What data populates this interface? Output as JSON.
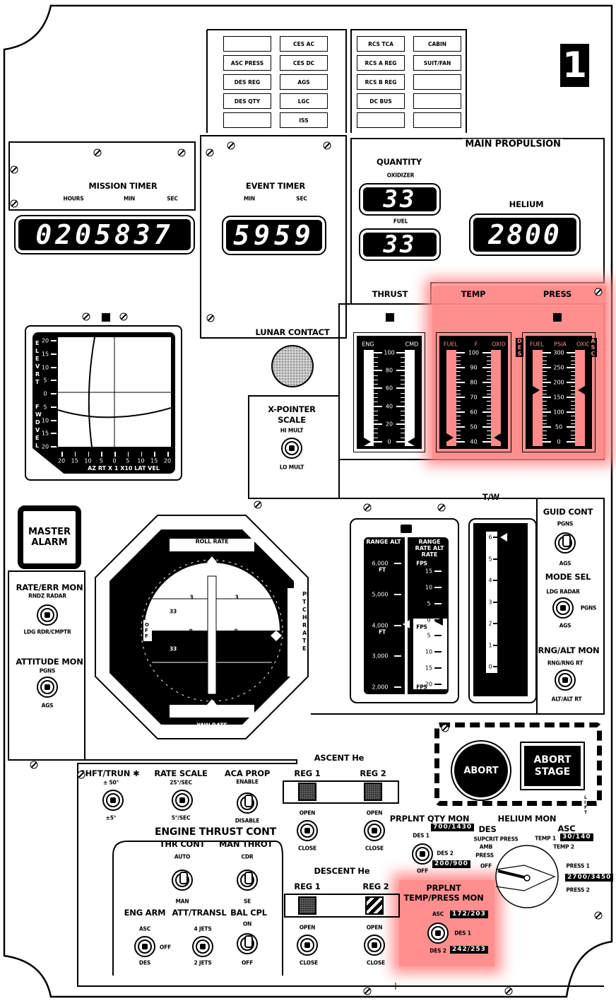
{
  "panel_number": "1",
  "colors": {
    "highlight": "#ff8a8a",
    "panel": "#ffffff",
    "display": "#000000"
  },
  "caution_lights": {
    "left": [
      "",
      "CES AC",
      "ASC PRESS",
      "CES DC",
      "DES REG",
      "AGS",
      "DES QTY",
      "LGC",
      "",
      "ISS"
    ],
    "right": [
      "RCS TCA",
      "CABIN",
      "RCS A REG",
      "SUIT/FAN",
      "RCS B REG",
      "",
      "DC BUS",
      "",
      "",
      ""
    ]
  },
  "mission_timer": {
    "title": "MISSION TIMER",
    "hours": "HOURS",
    "min": "MIN",
    "sec": "SEC",
    "display": "0205837"
  },
  "event_timer": {
    "title": "EVENT TIMER",
    "min": "MIN",
    "sec": "SEC",
    "display": "5959"
  },
  "main_propulsion": {
    "title": "MAIN PROPULSION",
    "quantity": "QUANTITY",
    "oxidizer_label": "OXIDIZER",
    "oxidizer_value": "33",
    "fuel_label": "FUEL",
    "fuel_value": "33",
    "helium_label": "HELIUM",
    "helium_value": "2800"
  },
  "gauges": {
    "thrust_title": "THRUST",
    "temp_title": "TEMP",
    "press_title": "PRESS",
    "thrust": {
      "left": "ENG",
      "right": "CMD",
      "ticks": [
        "100",
        "80",
        "60",
        "40",
        "20",
        "0"
      ],
      "eng": 0,
      "cmd": 0
    },
    "temp": {
      "left": "FUEL",
      "mid": "F",
      "right": "OXID",
      "ticks": [
        "100",
        "90",
        "80",
        "70",
        "60",
        "50",
        "40"
      ],
      "fuel": 43,
      "oxid": 43
    },
    "press": {
      "left": "FUEL",
      "mid": "PSIA",
      "right": "OXID",
      "des": "DES",
      "asc": "ASC",
      "ticks": [
        "300",
        "250",
        "200",
        "150",
        "100",
        "50",
        "0"
      ],
      "fuel": 175,
      "oxid": 175
    }
  },
  "lunar_contact": "LUNAR CONTACT",
  "xpointer_switch": {
    "title": "X-POINTER",
    "title2": "SCALE",
    "up": "HI MULT",
    "down": "LO MULT"
  },
  "xpointer": {
    "left_top": "ELEV RT",
    "left_bottom": "FWD VEL",
    "yticks": [
      "20",
      "15",
      "10",
      "5",
      "0",
      "5",
      "10",
      "15",
      "20"
    ],
    "xticks": [
      "20",
      "15",
      "10",
      "5",
      "0",
      "5",
      "10",
      "15",
      "20"
    ],
    "bottom": "AZ RT X 1 X10 LAT VEL"
  },
  "master_alarm": "MASTER ALARM",
  "rate_err_mon": {
    "title": "RATE/ERR MON",
    "up": "RNDZ RADAR",
    "down": "LDG RDR/CMPTR"
  },
  "attitude_mon": {
    "title": "ATTITUDE MON",
    "up": "PGNS",
    "down": "AGS"
  },
  "fdai": {
    "roll_rate": "ROLL RATE",
    "pitch_rate": "PITCH RATE",
    "yaw_rate": "YAW RATE",
    "off_flag": "OFF",
    "zero": "0",
    "n3": "3",
    "n33": "33"
  },
  "range_tape": {
    "alt_title": "RANGE ALT",
    "rate_title": "RANGE RATE ALT RATE",
    "alt_ticks": [
      "6,000",
      "5,000",
      "4,000",
      "3,000",
      "2,000"
    ],
    "ft": "FT",
    "rate_ticks": [
      "15",
      "10",
      "5",
      "0",
      "5",
      "10",
      "15",
      "20"
    ],
    "fps": "FPS"
  },
  "tw": {
    "title": "T/W",
    "ticks": [
      "6",
      "5",
      "4",
      "3",
      "2",
      "1",
      "0"
    ],
    "value": 6
  },
  "guid_cont": {
    "title": "GUID CONT",
    "up": "PGNS",
    "down": "AGS"
  },
  "mode_sel": {
    "title": "MODE SEL",
    "up": "LDG RADAR",
    "right": "PGNS",
    "down": "AGS"
  },
  "rng_alt_mon": {
    "title": "RNG/ALT MON",
    "up": "RNG/RNG RT",
    "down": "ALT/ALT RT"
  },
  "abort": {
    "abort": "ABORT",
    "abort_stage": "ABORT STAGE",
    "lift": "LIFT"
  },
  "switches": {
    "shft_trun": {
      "title": "SHFT/TRUN ✱",
      "up": "± 50°",
      "down": "±5°"
    },
    "rate_scale": {
      "title": "RATE SCALE",
      "up": "25°/SEC",
      "down": "5°/SEC"
    },
    "aca_prop": {
      "title": "ACA PROP",
      "up": "ENABLE",
      "down": "DISABLE"
    },
    "engine_thrust_cont": "ENGINE THRUST CONT",
    "thr_cont": {
      "title": "THR CONT",
      "up": "AUTO",
      "down": "MAN"
    },
    "man_throt": {
      "title": "MAN THROT",
      "up": "CDR",
      "down": "SE"
    },
    "eng_arm": {
      "title": "ENG ARM",
      "up": "ASC",
      "right": "OFF",
      "down": "DES"
    },
    "att_transl": {
      "title": "ATT/TRANSL",
      "up": "4 JETS",
      "down": "2 JETS"
    },
    "bal_cpl": {
      "title": "BAL CPL",
      "up": "ON",
      "down": "OFF"
    }
  },
  "ascent_he": {
    "title": "ASCENT He",
    "reg1": "REG 1",
    "reg2": "REG 2",
    "open": "OPEN",
    "close": "CLOSE"
  },
  "descent_he": {
    "title": "DESCENT He",
    "reg1": "REG 1",
    "reg2": "REG 2",
    "open": "OPEN",
    "close": "CLOSE"
  },
  "prplnt_qty_mon": {
    "title": "PRPLNT QTY MON",
    "des1": "DES 1",
    "des2": "DES 2",
    "off": "OFF",
    "val_top": "700/1430",
    "val_bottom": "200/900"
  },
  "helium_mon": {
    "title": "HELIUM MON",
    "des": "DES",
    "asc": "ASC",
    "supcrit": "SUPCRIT PRESS",
    "amb": "AMB",
    "press": "PRESS",
    "off": "OFF",
    "temp1": "TEMP 1",
    "temp2": "TEMP 2",
    "press1": "PRESS 1",
    "press2": "PRESS 2",
    "val_asc": "30/140",
    "val_press": "2700/3450"
  },
  "prplnt_temp_press_mon": {
    "title1": "PRPLNT",
    "title2": "TEMP/PRESS MON",
    "asc": "ASC",
    "des1": "DES 1",
    "des2": "DES 2",
    "val_asc": "172/203",
    "val_des2": "242/253"
  }
}
